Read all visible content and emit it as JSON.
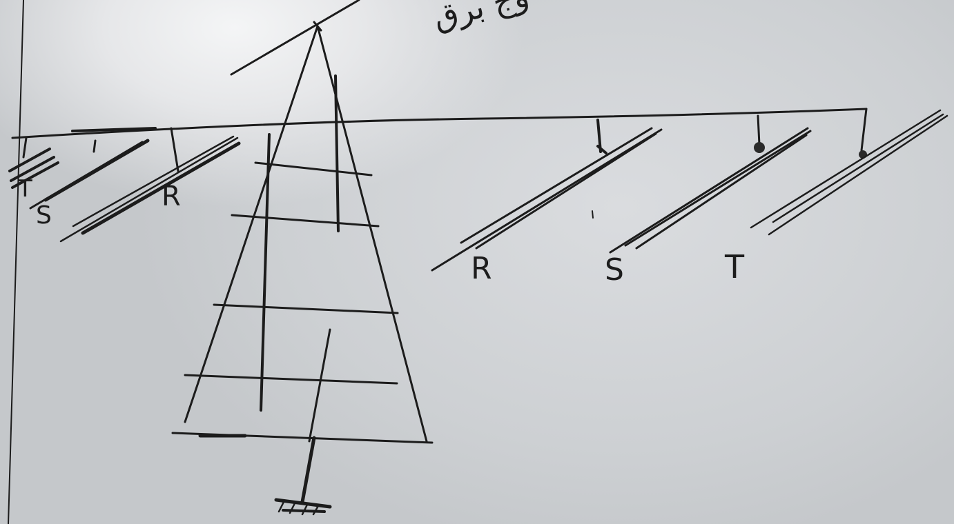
{
  "board": {
    "colors": {
      "ink": "#1c1c1c",
      "board": "#d6d8db"
    },
    "title_script": "وج برق",
    "left_phase_labels": [
      "T",
      "S",
      "R"
    ],
    "right_phase_labels": [
      "R",
      "S",
      "T"
    ]
  }
}
